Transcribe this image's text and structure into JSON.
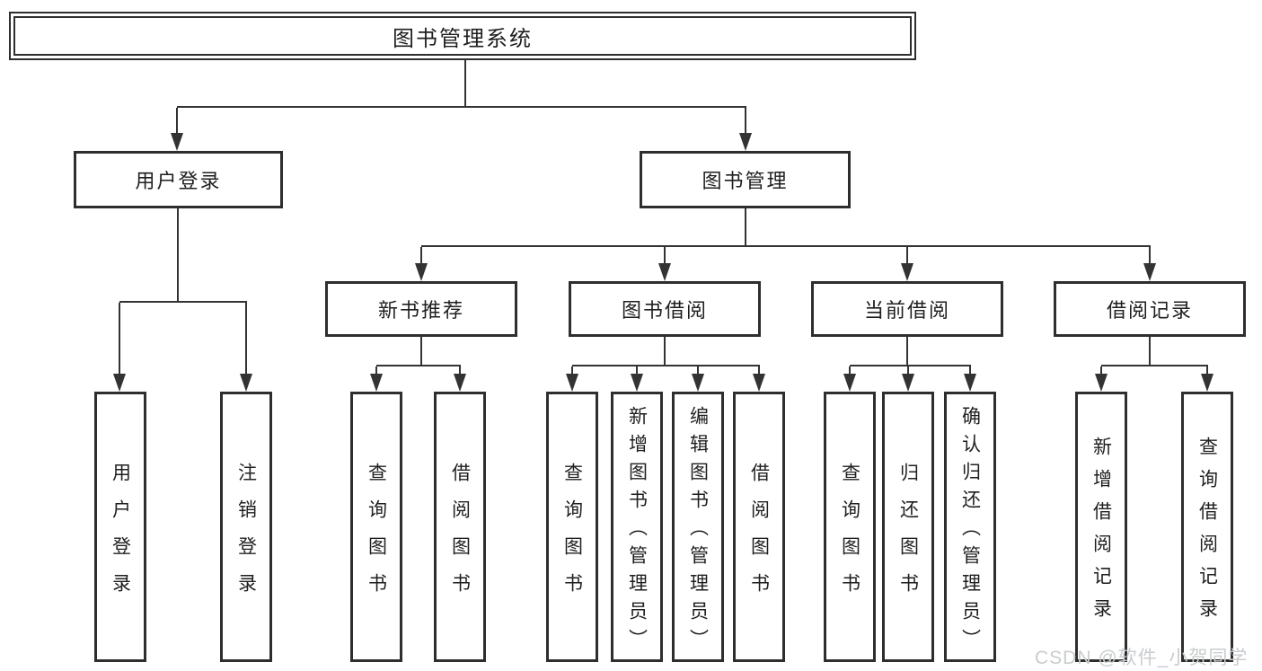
{
  "tree": {
    "root": {
      "label": "图书管理系统"
    },
    "branches": [
      {
        "label": "用户登录",
        "children": [
          {
            "label": "用户登录"
          },
          {
            "label": "注销登录"
          }
        ]
      },
      {
        "label": "图书管理",
        "children": [
          {
            "label": "新书推荐",
            "children": [
              {
                "label": "查询图书"
              },
              {
                "label": "借阅图书"
              }
            ]
          },
          {
            "label": "图书借阅",
            "children": [
              {
                "label": "查询图书"
              },
              {
                "label": "新增图书（管理员）"
              },
              {
                "label": "编辑图书（管理员）"
              },
              {
                "label": "借阅图书"
              }
            ]
          },
          {
            "label": "当前借阅",
            "children": [
              {
                "label": "查询图书"
              },
              {
                "label": "归还图书"
              },
              {
                "label": "确认归还（管理员）"
              }
            ]
          },
          {
            "label": "借阅记录",
            "children": [
              {
                "label": "新增借阅记录"
              },
              {
                "label": "查询借阅记录"
              }
            ]
          }
        ]
      }
    ]
  },
  "watermark": "CSDN @软件_小贺同学",
  "colors": {
    "line": "#333333",
    "border": "#2e2e2e",
    "text": "#1f1f1f",
    "background": "#ffffff",
    "watermark": "#c9ccce"
  }
}
